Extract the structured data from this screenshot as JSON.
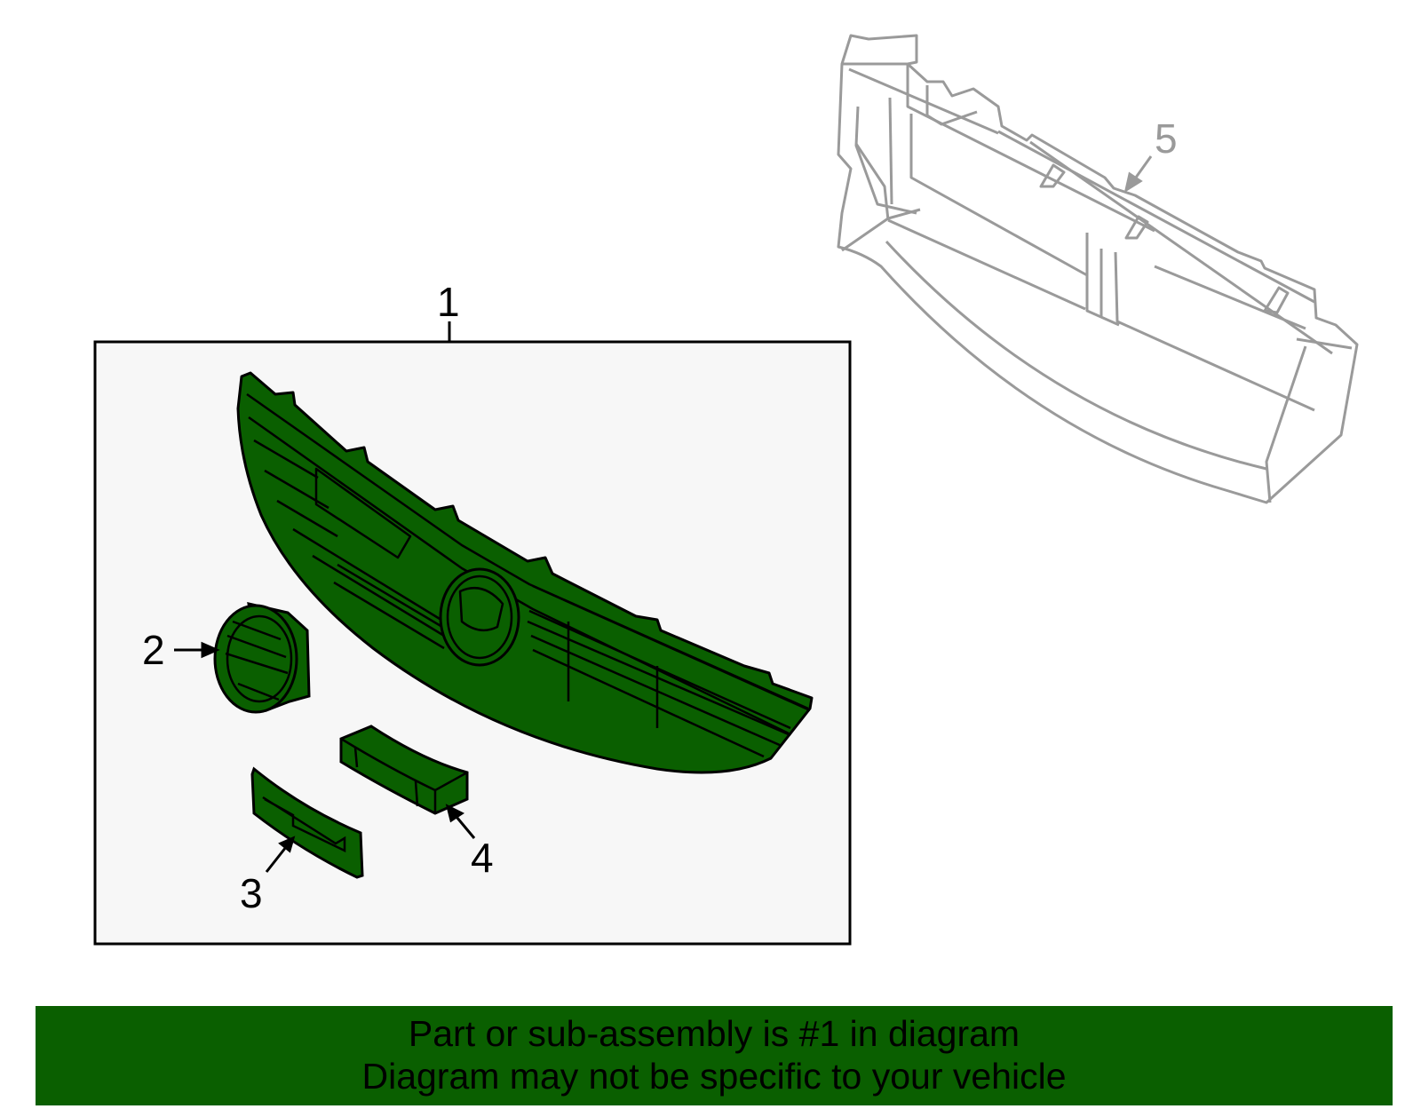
{
  "diagram": {
    "callouts": {
      "one": "1",
      "two": "2",
      "three": "3",
      "four": "4",
      "five": "5"
    },
    "colors": {
      "part_fill": "#0a5f00",
      "inset_background": "#f7f7f7",
      "reinforcement_stroke": "#9a9a9a",
      "banner": "#0a5f00"
    }
  },
  "footer": {
    "line1": "Part or sub-assembly is #1 in diagram",
    "line2": "Diagram may not be specific to your vehicle"
  }
}
